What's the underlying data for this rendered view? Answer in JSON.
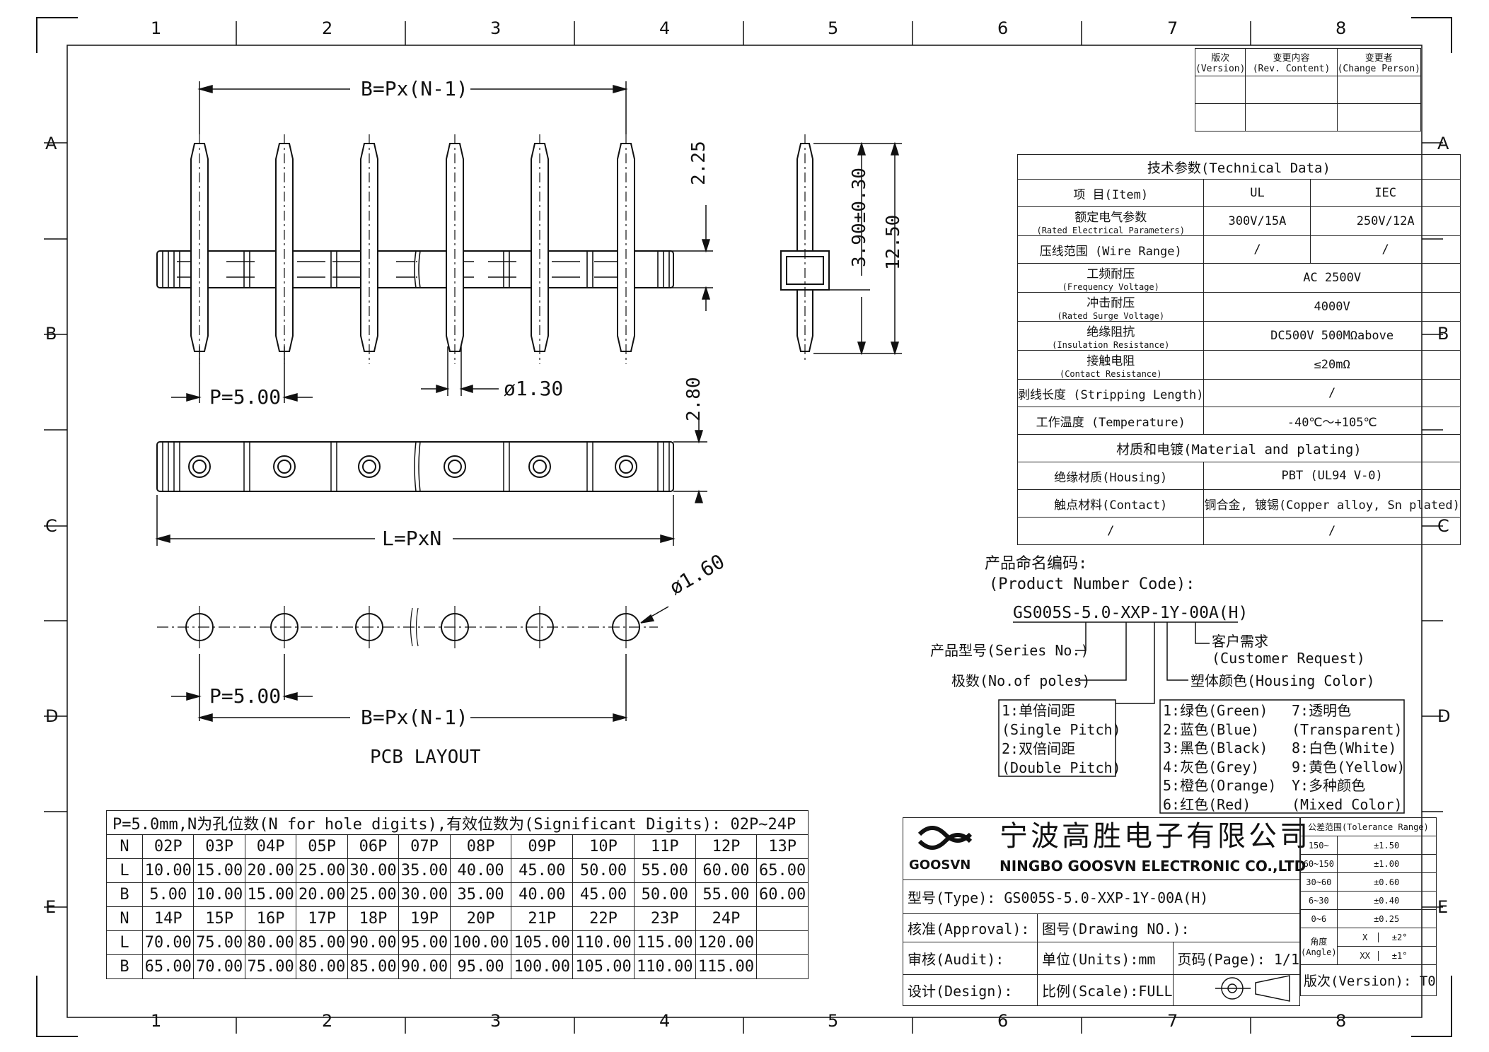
{
  "frame": {
    "col_numbers": [
      "1",
      "2",
      "3",
      "4",
      "5",
      "6",
      "7",
      "8"
    ],
    "row_letters": [
      "A",
      "B",
      "C",
      "D",
      "E"
    ]
  },
  "revision_table": {
    "headers": [
      {
        "cn": "版次",
        "en": "(Version)"
      },
      {
        "cn": "变更内容",
        "en": "(Rev. Content)"
      },
      {
        "cn": "变更者",
        "en": "(Change Person)"
      }
    ]
  },
  "tech_data": {
    "title": "技术参数(Technical Data)",
    "rows": [
      {
        "label": "项  目(Item)",
        "sub": "",
        "ul": "UL",
        "iec": "IEC"
      },
      {
        "label": "额定电气参数",
        "sub": "(Rated Electrical Parameters)",
        "ul": "300V/15A",
        "iec": "250V/12A"
      },
      {
        "label": "压线范围 (Wire Range)",
        "sub": "",
        "ul": "/",
        "iec": "/"
      },
      {
        "label": "工频耐压",
        "sub": "(Frequency Voltage)",
        "merged": "AC 2500V"
      },
      {
        "label": "冲击耐压",
        "sub": "(Rated Surge Voltage)",
        "merged": "4000V"
      },
      {
        "label": "绝缘阻抗",
        "sub": "(Insulation Resistance)",
        "merged": "DC500V 500MΩabove"
      },
      {
        "label": "接触电阻",
        "sub": "(Contact Resistance)",
        "merged": "≤20mΩ"
      },
      {
        "label": "剥线长度 (Stripping Length)",
        "sub": "",
        "merged": "/"
      },
      {
        "label": "工作温度 (Temperature)",
        "sub": "",
        "merged": "-40℃～+105℃"
      }
    ],
    "materials_title": "材质和电镀(Material and plating)",
    "materials": [
      {
        "label": "绝缘材质(Housing)",
        "value": "PBT (UL94 V-0)"
      },
      {
        "label": "触点材料(Contact)",
        "value": "铜合金, 镀锡(Copper alloy, Sn plated)"
      },
      {
        "label": "/",
        "value": "/"
      }
    ]
  },
  "product_code": {
    "title_cn": "产品命名编码:",
    "title_en": "(Product Number Code):",
    "code": "GS005S-5.0-XXP-1Y-00A(H)",
    "series": "产品型号(Series No.)",
    "customer_cn": "客户需求",
    "customer_en": "(Customer Request)",
    "poles": "极数(No.of poles)",
    "housing_color": "塑体颜色(Housing Color)",
    "pitch_options": [
      "1:单倍间距",
      "(Single Pitch)",
      "2:双倍间距",
      "(Double Pitch)"
    ],
    "colors_left": [
      "1:绿色(Green)",
      "2:蓝色(Blue)",
      "3:黑色(Black)",
      "4:灰色(Grey)",
      "5:橙色(Orange)",
      "6:红色(Red)"
    ],
    "colors_right": [
      "7:透明色",
      "(Transparent)",
      "8:白色(White)",
      "9:黄色(Yellow)",
      "Y:多种颜色",
      "(Mixed Color)"
    ]
  },
  "drawing_labels": {
    "b_dim_top": "B=Px(N-1)",
    "d225": "2.25",
    "d390": "3.90±0.30",
    "d1250": "12.50",
    "pitch_top": "P=5.00",
    "dia130": "ø1.30",
    "d280": "2.80",
    "l_dim": "L=PxN",
    "dia160": "ø1.60",
    "pitch_bottom": "P=5.00",
    "b_dim_bottom": "B=Px(N-1)",
    "pcb_layout": "PCB LAYOUT"
  },
  "dimension_table": {
    "header": "P=5.0mm,N为孔位数(N for hole digits),有效位数为(Significant Digits): 02P~24P",
    "rows": [
      [
        "N",
        "02P",
        "03P",
        "04P",
        "05P",
        "06P",
        "07P",
        "08P",
        "09P",
        "10P",
        "11P",
        "12P",
        "13P"
      ],
      [
        "L",
        "10.00",
        "15.00",
        "20.00",
        "25.00",
        "30.00",
        "35.00",
        "40.00",
        "45.00",
        "50.00",
        "55.00",
        "60.00",
        "65.00"
      ],
      [
        "B",
        "5.00",
        "10.00",
        "15.00",
        "20.00",
        "25.00",
        "30.00",
        "35.00",
        "40.00",
        "45.00",
        "50.00",
        "55.00",
        "60.00"
      ],
      [
        "N",
        "14P",
        "15P",
        "16P",
        "17P",
        "18P",
        "19P",
        "20P",
        "21P",
        "22P",
        "23P",
        "24P",
        ""
      ],
      [
        "L",
        "70.00",
        "75.00",
        "80.00",
        "85.00",
        "90.00",
        "95.00",
        "100.00",
        "105.00",
        "110.00",
        "115.00",
        "120.00",
        ""
      ],
      [
        "B",
        "65.00",
        "70.00",
        "75.00",
        "80.00",
        "85.00",
        "90.00",
        "95.00",
        "100.00",
        "105.00",
        "110.00",
        "115.00",
        ""
      ]
    ]
  },
  "title_block": {
    "logo": "GOOSVN",
    "company_cn": "宁波高胜电子有限公司",
    "company_en": "NINGBO GOOSVN ELECTRONIC CO.,LTD",
    "type": "型号(Type): GS005S-5.0-XXP-1Y-00A(H)",
    "approval": "核准(Approval):",
    "drawing_no": "图号(Drawing NO.):",
    "audit": "审核(Audit):",
    "units": "单位(Units):mm",
    "page": "页码(Page): 1/1",
    "design": "设计(Design):",
    "scale": "比例(Scale):FULL",
    "version": "版次(Version): T0",
    "tolerance": {
      "title": "公差范围(Tolerance Range)",
      "rows": [
        [
          "150~",
          "±1.50"
        ],
        [
          "60~150",
          "±1.00"
        ],
        [
          "30~60",
          "±0.60"
        ],
        [
          "6~30",
          "±0.40"
        ],
        [
          "0~6",
          "±0.25"
        ]
      ],
      "angle_label": "角度",
      "angle_sub": "(Angle)",
      "angle_rows": [
        [
          "X",
          "±2°"
        ],
        [
          "XX",
          "±1°"
        ]
      ]
    }
  }
}
